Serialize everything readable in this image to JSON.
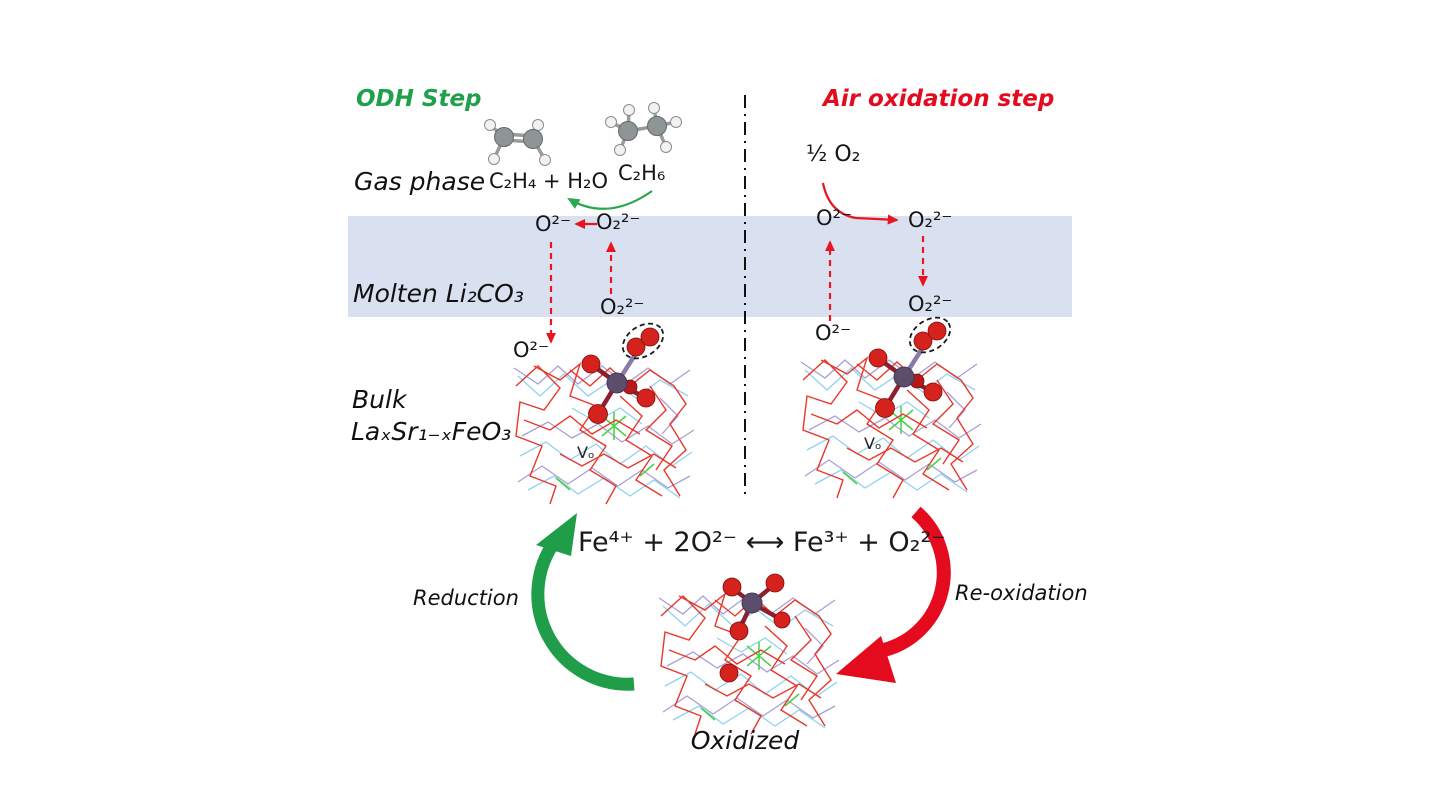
{
  "diagram": {
    "left_panel": {
      "title": "ODH Step",
      "product": "C₂H₄ + H₂O",
      "reactant": "C₂H₆",
      "melt_oxide": "O²⁻",
      "melt_peroxide": "O₂²⁻",
      "melt_peroxide_lower": "O₂²⁻",
      "bulk_oxide": "O²⁻",
      "cycle_label": "Reduction"
    },
    "right_panel": {
      "title": "Air oxidation step",
      "oxygen": "½ O₂",
      "melt_oxide": "O²⁻",
      "melt_peroxide": "O₂²⁻",
      "melt_peroxide_lower": "O₂²⁻",
      "bulk_oxide": "O²⁻",
      "cycle_label": "Re-oxidation"
    },
    "layers": {
      "gas": "Gas phase",
      "molten": "Molten Li₂CO₃",
      "bulk_line1": "Bulk",
      "bulk_line2": "LaₓSr₁₋ₓFeO₃"
    },
    "equation": "Fe⁴⁺ + 2O²⁻ ⟷ Fe³⁺ + O₂²⁻",
    "oxidized_label": "Oxidized",
    "vacancy_label": "Vₒ",
    "colors": {
      "odh_green": "#21a04b",
      "oxidation_red": "#e30b1d",
      "melt_band": "#d9e1f0"
    }
  }
}
